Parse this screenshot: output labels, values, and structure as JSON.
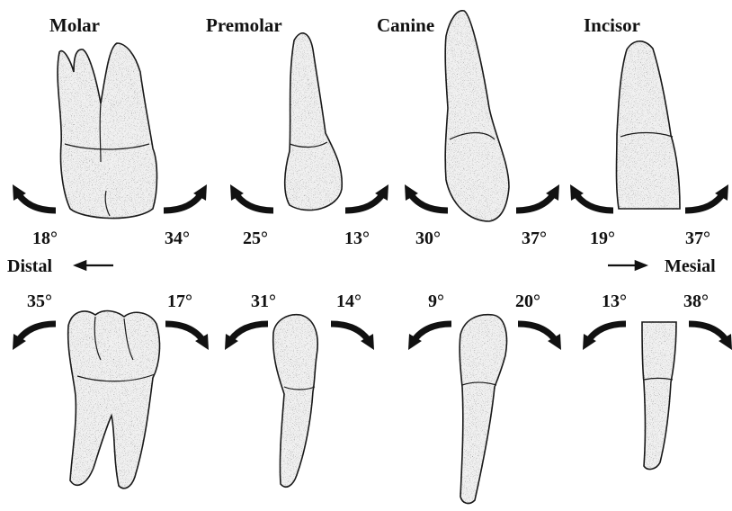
{
  "figure": {
    "tooth_types": [
      "Molar",
      "Premolar",
      "Canine",
      "Incisor"
    ],
    "direction_labels": {
      "left": "Distal",
      "right": "Mesial"
    },
    "upper_row": {
      "molar": {
        "distal": "18°",
        "mesial": "34°"
      },
      "premolar": {
        "distal": "25°",
        "mesial": "13°"
      },
      "canine": {
        "distal": "30°",
        "mesial": "37°"
      },
      "incisor": {
        "distal": "19°",
        "mesial": "37°"
      }
    },
    "lower_row": {
      "molar": {
        "distal": "35°",
        "mesial": "17°"
      },
      "premolar": {
        "distal": "31°",
        "mesial": "14°"
      },
      "canine": {
        "distal": "9°",
        "mesial": "20°"
      },
      "incisor": {
        "distal": "13°",
        "mesial": "38°"
      }
    },
    "colors": {
      "ink": "#111111",
      "tooth_fill": "#f1f1f1",
      "tooth_stroke": "#1a1a1a"
    }
  }
}
